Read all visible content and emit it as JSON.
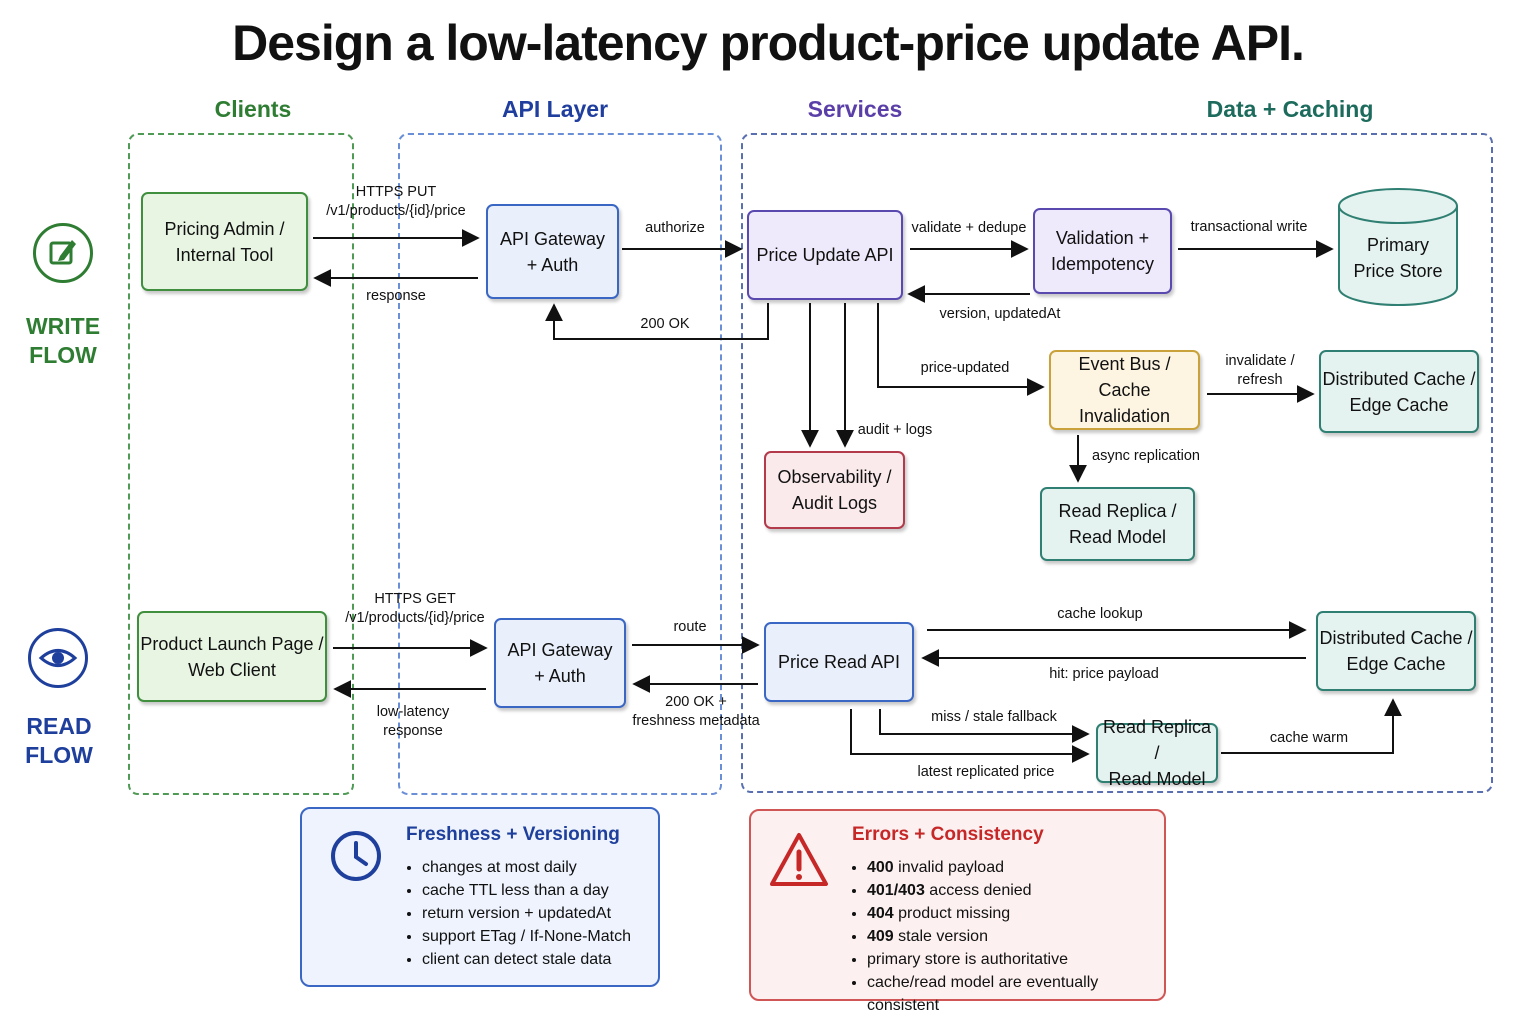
{
  "title": "Design a low-latency product-price update API.",
  "columns": {
    "clients": "Clients",
    "api_layer": "API Layer",
    "services": "Services",
    "data_caching": "Data + Caching"
  },
  "colors": {
    "clients": "#2e7d32",
    "api_layer": "#1f3e9e",
    "services": "#5b3fa8",
    "data_caching": "#1d6b5c",
    "write_flow": "#2e7d32",
    "read_flow": "#1e3f9c",
    "errors": "#c62828"
  },
  "write_flow": {
    "label": "WRITE\nFLOW",
    "icon": "edit-icon",
    "nodes": {
      "pricing_admin": "Pricing Admin /\nInternal Tool",
      "api_gateway": "API Gateway\n+ Auth",
      "price_update_api": "Price Update API",
      "validation": "Validation +\nIdempotency",
      "primary_store": "Primary\nPrice Store",
      "event_bus": "Event Bus /\nCache Invalidation",
      "distributed_cache": "Distributed Cache /\nEdge Cache",
      "observability": "Observability /\nAudit Logs",
      "read_replica": "Read Replica /\nRead Model"
    },
    "edges": {
      "https_put": "HTTPS PUT\n/v1/products/{id}/price",
      "response": "response",
      "authorize": "authorize",
      "ok_200": "200 OK",
      "validate_dedupe": "validate + dedupe",
      "version_updated": "version, updatedAt",
      "transactional_write": "transactional write",
      "price_updated": "price-updated",
      "invalidate_refresh": "invalidate /\nrefresh",
      "audit_logs": "audit + logs",
      "async_replication": "async replication"
    }
  },
  "read_flow": {
    "label": "READ\nFLOW",
    "icon": "eye-icon",
    "nodes": {
      "product_launch": "Product Launch Page /\nWeb Client",
      "api_gateway": "API Gateway\n+ Auth",
      "price_read_api": "Price Read API",
      "distributed_cache": "Distributed Cache /\nEdge Cache",
      "read_replica": "Read Replica /\nRead Model"
    },
    "edges": {
      "https_get": "HTTPS GET\n/v1/products/{id}/price",
      "low_latency": "low-latency\nresponse",
      "route": "route",
      "ok_freshness": "200 OK +\nfreshness metadata",
      "cache_lookup": "cache lookup",
      "hit_payload": "hit: price payload",
      "miss_fallback": "miss / stale fallback",
      "latest_replicated": "latest replicated price",
      "cache_warm": "cache warm"
    }
  },
  "freshness": {
    "title": "Freshness + Versioning",
    "icon": "clock-icon",
    "items": [
      "changes at most daily",
      "cache TTL less than a day",
      "return version + updatedAt",
      "support ETag / If-None-Match",
      "client can detect stale data"
    ]
  },
  "errors": {
    "title": "Errors + Consistency",
    "icon": "warning-icon",
    "items": [
      {
        "code": "400",
        "text": " invalid payload"
      },
      {
        "code": "401/403",
        "text": " access denied"
      },
      {
        "code": "404",
        "text": " product missing"
      },
      {
        "code": "409",
        "text": " stale version"
      },
      {
        "code": "",
        "text": "primary store is authoritative"
      },
      {
        "code": "",
        "text": "cache/read model are eventually consistent"
      }
    ]
  }
}
